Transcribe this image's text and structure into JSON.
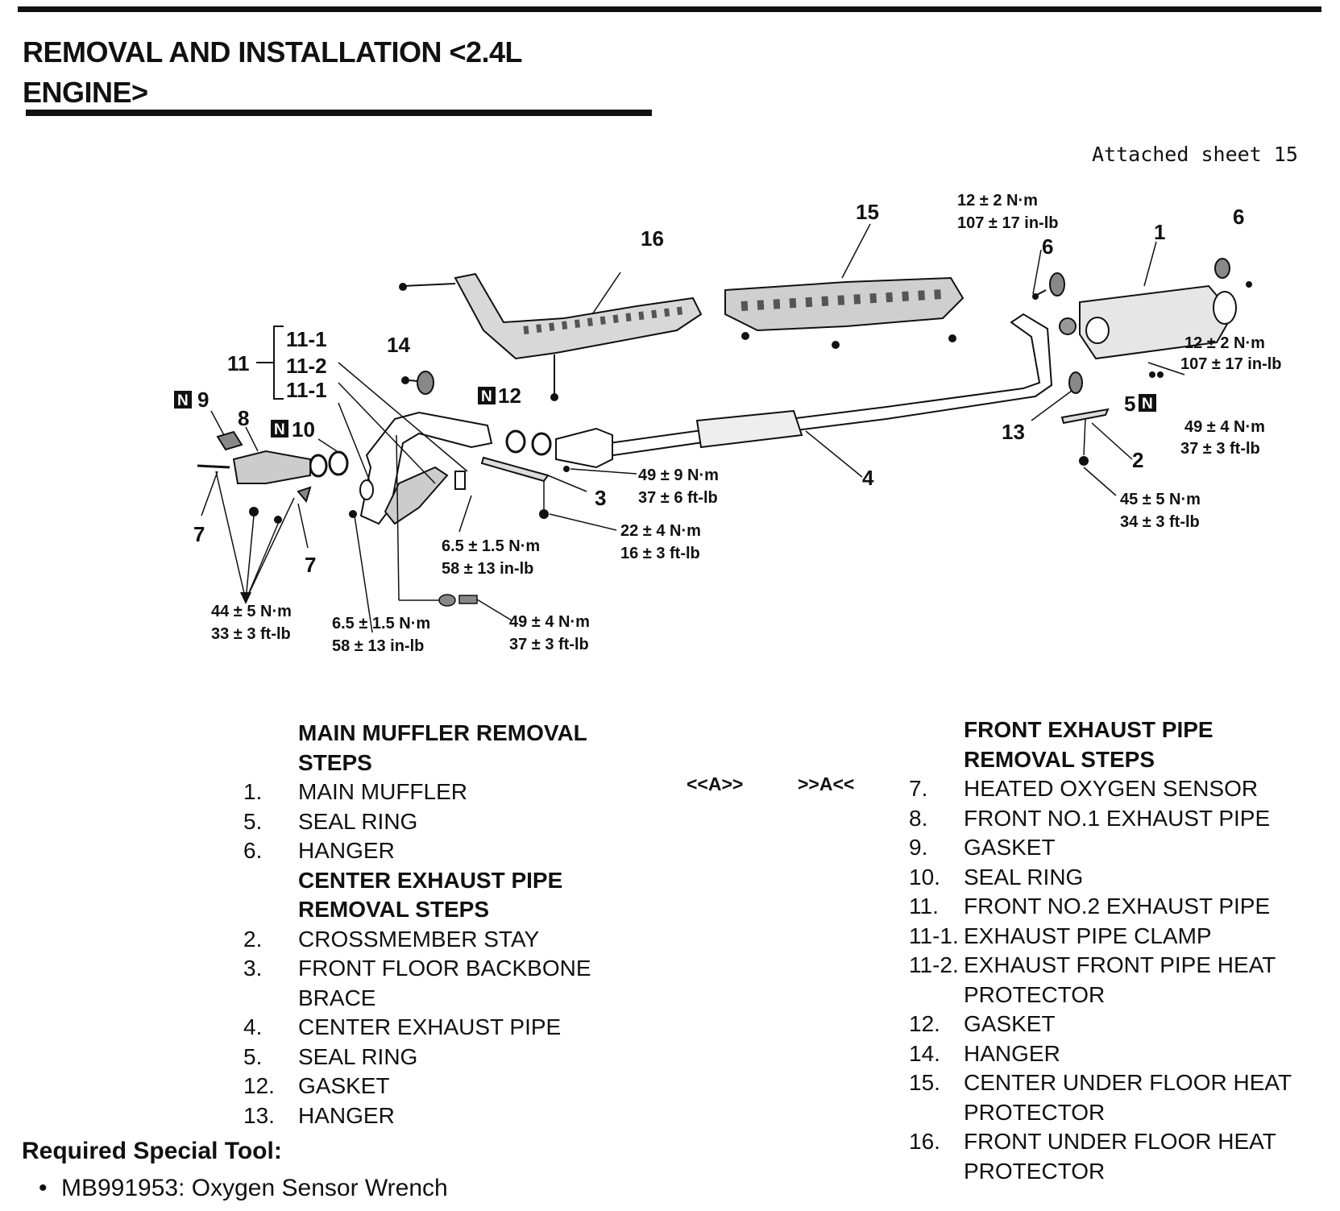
{
  "header": {
    "title_line1": "REMOVAL AND INSTALLATION <2.4L",
    "title_line2": "ENGINE>"
  },
  "diagram": {
    "sheet_label": "Attached sheet 15",
    "labels": {
      "l1": "1",
      "l2": "2",
      "l3": "3",
      "l4": "4",
      "l5": "5",
      "l6a": "6",
      "l6b": "6",
      "l7a": "7",
      "l7b": "7",
      "l8": "8",
      "l9": "9",
      "l10": "10",
      "l11": "11",
      "l11_1a": "11-1",
      "l11_2": "11-2",
      "l11_1b": "11-1",
      "l12": "12",
      "l13": "13",
      "l14": "14",
      "l15": "15",
      "l16": "16",
      "n_badge": "N"
    },
    "torques": {
      "t_top_a": "12 ± 2 N·m",
      "t_top_b": "107 ± 17 in-lb",
      "t_right_a": "12 ± 2 N·m",
      "t_right_b": "107 ± 17 in-lb",
      "t_49r_a": "49 ± 4 N·m",
      "t_49r_b": "37 ± 3 ft-lb",
      "t_45_a": "45 ± 5 N·m",
      "t_45_b": "34 ± 3 ft-lb",
      "t_49c_a": "49 ± 9 N·m",
      "t_49c_b": "37 ± 6 ft-lb",
      "t_22_a": "22 ± 4 N·m",
      "t_22_b": "16 ± 3 ft-lb",
      "t_65a_a": "6.5 ± 1.5 N·m",
      "t_65a_b": "58 ± 13 in-lb",
      "t_44_a": "44 ± 5 N·m",
      "t_44_b": "33 ± 3 ft-lb",
      "t_65b_a": "6.5 ± 1.5 N·m",
      "t_65b_b": "58 ± 13 in-lb",
      "t_49l_a": "49 ± 4 N·m",
      "t_49l_b": "37 ± 3 ft-lb"
    }
  },
  "left_steps": {
    "main_header_1": "MAIN MUFFLER REMOVAL",
    "main_header_2": "STEPS",
    "main_items": [
      {
        "num": "1.",
        "text": "MAIN MUFFLER"
      },
      {
        "num": "5.",
        "text": "SEAL RING"
      },
      {
        "num": "6.",
        "text": "HANGER"
      }
    ],
    "center_header_1": "CENTER EXHAUST PIPE",
    "center_header_2": "REMOVAL STEPS",
    "center_items": [
      {
        "num": "2.",
        "text": "CROSSMEMBER STAY"
      },
      {
        "num": "3.",
        "text": "FRONT FLOOR BACKBONE"
      },
      {
        "num": "",
        "text": "BRACE"
      },
      {
        "num": "4.",
        "text": "CENTER EXHAUST PIPE"
      },
      {
        "num": "5.",
        "text": "SEAL RING"
      },
      {
        "num": "12.",
        "text": "GASKET"
      },
      {
        "num": "13.",
        "text": "HANGER"
      }
    ]
  },
  "markers": {
    "removal": "<<A>>",
    "installation": ">>A<<"
  },
  "right_steps": {
    "header_1": "FRONT EXHAUST PIPE",
    "header_2": "REMOVAL STEPS",
    "items": [
      {
        "num": "7.",
        "text": "HEATED OXYGEN SENSOR"
      },
      {
        "num": "8.",
        "text": "FRONT NO.1 EXHAUST PIPE"
      },
      {
        "num": "9.",
        "text": "GASKET"
      },
      {
        "num": "10.",
        "text": "SEAL RING"
      },
      {
        "num": "11.",
        "text": "FRONT NO.2 EXHAUST PIPE"
      },
      {
        "num": "11-1.",
        "text": "EXHAUST PIPE CLAMP"
      },
      {
        "num": "11-2.",
        "text": "EXHAUST FRONT PIPE HEAT"
      },
      {
        "num": "",
        "text": "PROTECTOR"
      },
      {
        "num": "12.",
        "text": "GASKET"
      },
      {
        "num": "14.",
        "text": "HANGER"
      },
      {
        "num": "15.",
        "text": "CENTER UNDER FLOOR HEAT"
      },
      {
        "num": "",
        "text": "PROTECTOR"
      },
      {
        "num": "16.",
        "text": "FRONT UNDER FLOOR HEAT"
      },
      {
        "num": "",
        "text": "PROTECTOR"
      }
    ]
  },
  "tool": {
    "title": "Required Special Tool:",
    "bullet": "•",
    "item": "MB991953: Oxygen Sensor Wrench"
  }
}
